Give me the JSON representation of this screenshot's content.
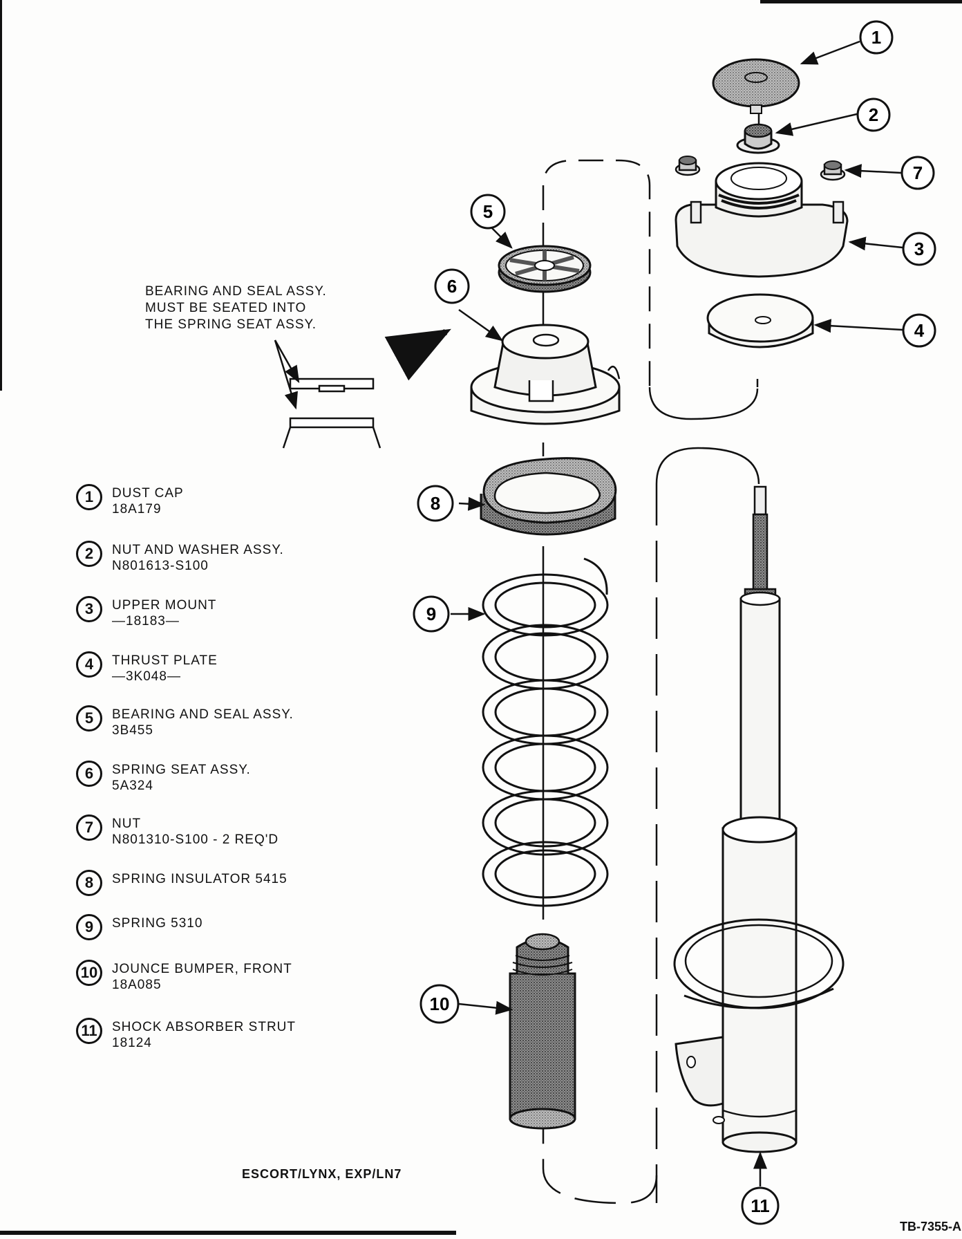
{
  "note": {
    "lines": [
      "BEARING AND SEAL ASSY.",
      "MUST BE SEATED INTO",
      "THE SPRING SEAT ASSY."
    ]
  },
  "legend": [
    {
      "num": "1",
      "name": "DUST CAP",
      "part": "18A179"
    },
    {
      "num": "2",
      "name": "NUT AND WASHER ASSY.",
      "part": "N801613-S100"
    },
    {
      "num": "3",
      "name": "UPPER MOUNT",
      "part": "—18183—"
    },
    {
      "num": "4",
      "name": "THRUST PLATE",
      "part": "—3K048—"
    },
    {
      "num": "5",
      "name": "BEARING AND SEAL ASSY.",
      "part": "3B455"
    },
    {
      "num": "6",
      "name": "SPRING SEAT ASSY.",
      "part": "5A324"
    },
    {
      "num": "7",
      "name": "NUT",
      "part": "N801310-S100 - 2 REQ'D"
    },
    {
      "num": "8",
      "name": "SPRING INSULATOR 5415",
      "part": ""
    },
    {
      "num": "9",
      "name": "SPRING 5310",
      "part": ""
    },
    {
      "num": "10",
      "name": "JOUNCE BUMPER, FRONT",
      "part": "18A085"
    },
    {
      "num": "11",
      "name": "SHOCK ABSORBER STRUT",
      "part": "18124"
    }
  ],
  "callouts": [
    "1",
    "2",
    "3",
    "4",
    "5",
    "6",
    "7",
    "8",
    "9",
    "10",
    "11"
  ],
  "footer": {
    "models": "ESCORT/LYNX, EXP/LN7",
    "figure_ref": "TB-7355-A"
  }
}
